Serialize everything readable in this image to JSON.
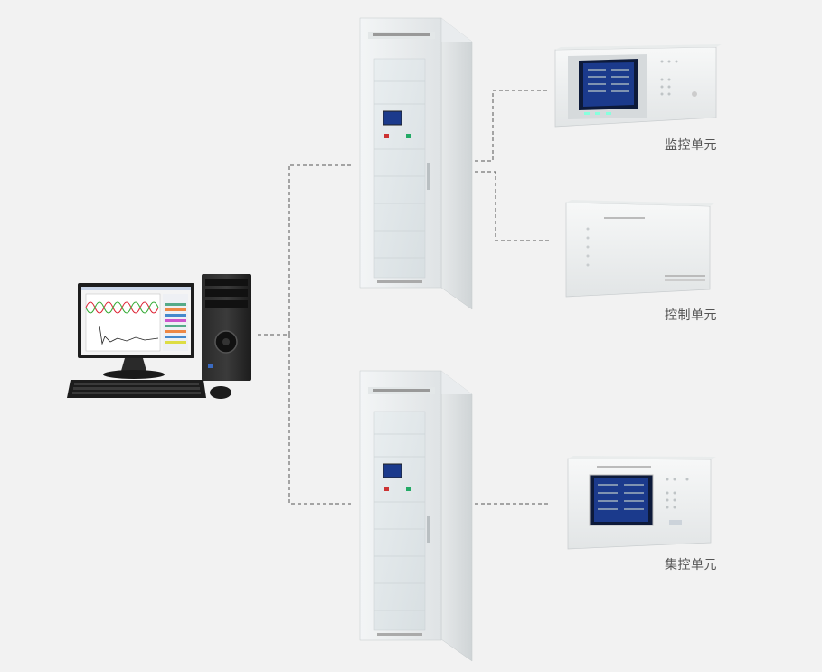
{
  "labels": {
    "monitor_unit": "监控单元",
    "control_unit": "控制单元",
    "central_unit": "集控单元"
  },
  "colors": {
    "background": "#f2f2f2",
    "connector": "#555555",
    "screen_blue": "#1b3a8c"
  }
}
